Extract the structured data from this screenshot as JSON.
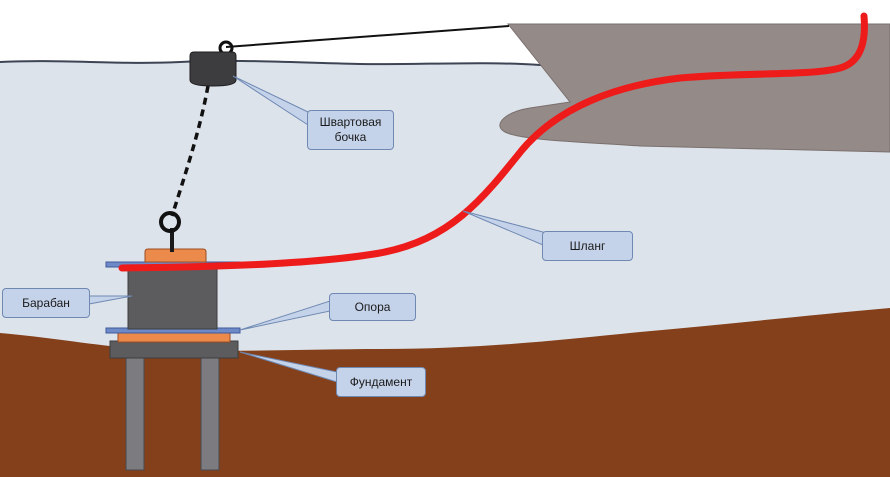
{
  "diagram": {
    "labels": {
      "mooring_buoy": "Швартовая\nбочка",
      "hose": "Шланг",
      "drum": "Барабан",
      "support": "Опора",
      "foundation": "Фундамент"
    },
    "colors": {
      "water": "#dde3ea",
      "seabed": "#84401a",
      "hose": "#ee1b1b",
      "ship_hull": "#948a88",
      "drum_body": "#5c5c5e",
      "pad": "#ec8a4c",
      "plate": "#6e89c8",
      "foundation": "#5c5c5e",
      "piles": "#7c7c80",
      "callout_fill": "#c5d3ea",
      "callout_border": "#6f89b3"
    }
  }
}
